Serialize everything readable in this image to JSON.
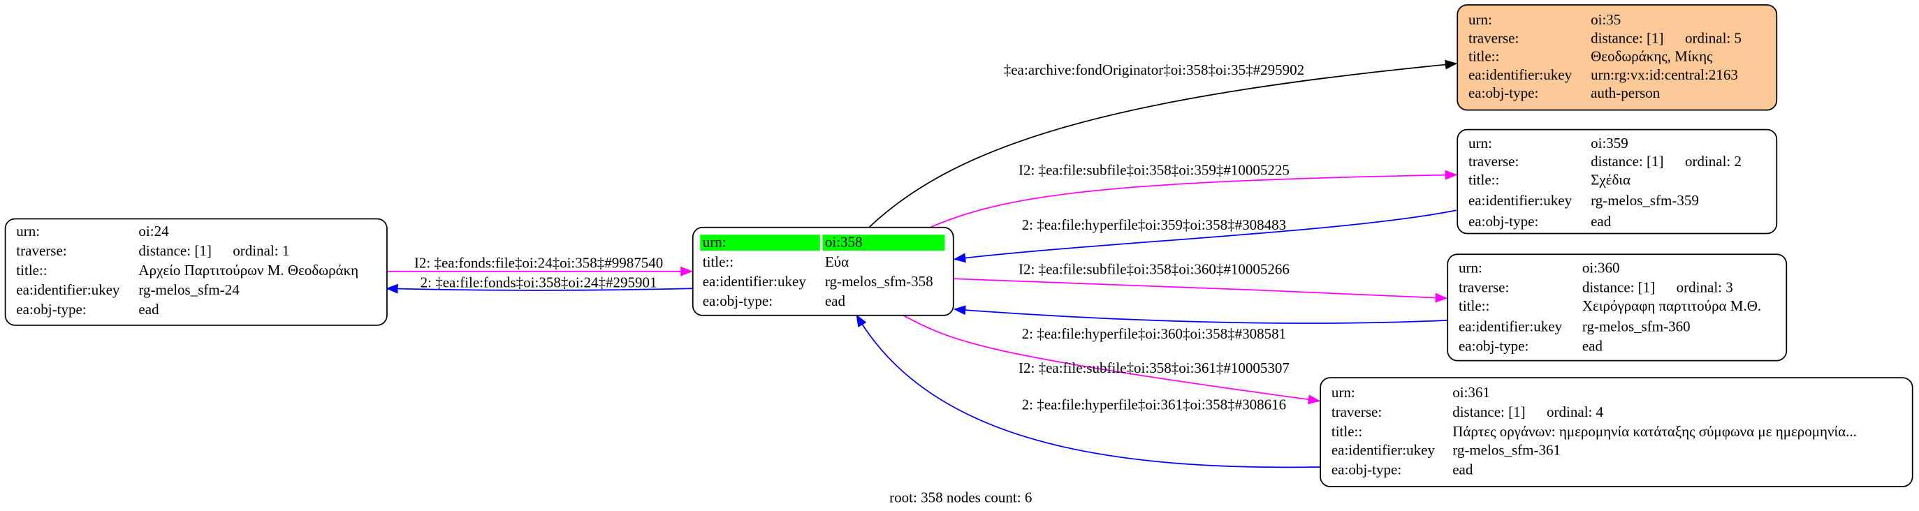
{
  "footer": "root: 358 nodes count: 6",
  "colors": {
    "root_highlight": "#00ff00",
    "auth_person_fill": "#fdc998",
    "subfile_edge": "#ff00ff",
    "hyperfile_edge": "#0000ff",
    "archive_edge": "#000000"
  },
  "nodes": {
    "n35": {
      "urn_k": "urn:",
      "urn": "oi:35",
      "trav_k": "traverse:",
      "dist": "distance: [1]",
      "ord": "ordinal: 5",
      "title_k": "title::",
      "title": "Θεοδωράκης, Μίκης",
      "ukey_k": "ea:identifier:ukey",
      "ukey": "urn:rg:vx:id:central:2163",
      "type_k": "ea:obj-type:",
      "type": "auth-person"
    },
    "n359": {
      "urn_k": "urn:",
      "urn": "oi:359",
      "trav_k": "traverse:",
      "dist": "distance: [1]",
      "ord": "ordinal: 2",
      "title_k": "title::",
      "title": "Σχέδια",
      "ukey_k": "ea:identifier:ukey",
      "ukey": "rg-melos_sfm-359",
      "type_k": "ea:obj-type:",
      "type": "ead"
    },
    "n360": {
      "urn_k": "urn:",
      "urn": "oi:360",
      "trav_k": "traverse:",
      "dist": "distance: [1]",
      "ord": "ordinal: 3",
      "title_k": "title::",
      "title": "Χειρόγραφη παρτιτούρα Μ.Θ.",
      "ukey_k": "ea:identifier:ukey",
      "ukey": "rg-melos_sfm-360",
      "type_k": "ea:obj-type:",
      "type": "ead"
    },
    "n361": {
      "urn_k": "urn:",
      "urn": "oi:361",
      "trav_k": "traverse:",
      "dist": "distance: [1]",
      "ord": "ordinal: 4",
      "title_k": "title::",
      "title": "Πάρτες οργάνων: ημερομηνία κατάταξης σύμφωνα με ημερομηνία...",
      "ukey_k": "ea:identifier:ukey",
      "ukey": "rg-melos_sfm-361",
      "type_k": "ea:obj-type:",
      "type": "ead"
    },
    "n24": {
      "urn_k": "urn:",
      "urn": "oi:24",
      "trav_k": "traverse:",
      "dist": "distance: [1]",
      "ord": "ordinal: 1",
      "title_k": "title::",
      "title": "Αρχείο Παρτιτούρων Μ. Θεοδωράκη",
      "ukey_k": "ea:identifier:ukey",
      "ukey": "rg-melos_sfm-24",
      "type_k": "ea:obj-type:",
      "type": "ead"
    },
    "n358": {
      "urn_k": "urn:",
      "urn": "oi:358",
      "title_k": "title::",
      "title": "Εύα",
      "ukey_k": "ea:identifier:ukey",
      "ukey": "rg-melos_sfm-358",
      "type_k": "ea:obj-type:",
      "type": "ead"
    }
  },
  "edges": {
    "e358_35": "‡ea:archive:fondOriginator‡oi:358‡oi:35‡#295902",
    "e358_359": "I2: ‡ea:file:subfile‡oi:358‡oi:359‡#10005225",
    "e359_358": "2: ‡ea:file:hyperfile‡oi:359‡oi:358‡#308483",
    "e358_360": "I2: ‡ea:file:subfile‡oi:358‡oi:360‡#10005266",
    "e360_358": "2: ‡ea:file:hyperfile‡oi:360‡oi:358‡#308581",
    "e358_361": "I2: ‡ea:file:subfile‡oi:358‡oi:361‡#10005307",
    "e361_358": "2: ‡ea:file:hyperfile‡oi:361‡oi:358‡#308616",
    "e24_358": "I2: ‡ea:fonds:file‡oi:24‡oi:358‡#9987540",
    "e358_24": "2: ‡ea:file:fonds‡oi:358‡oi:24‡#295901"
  }
}
